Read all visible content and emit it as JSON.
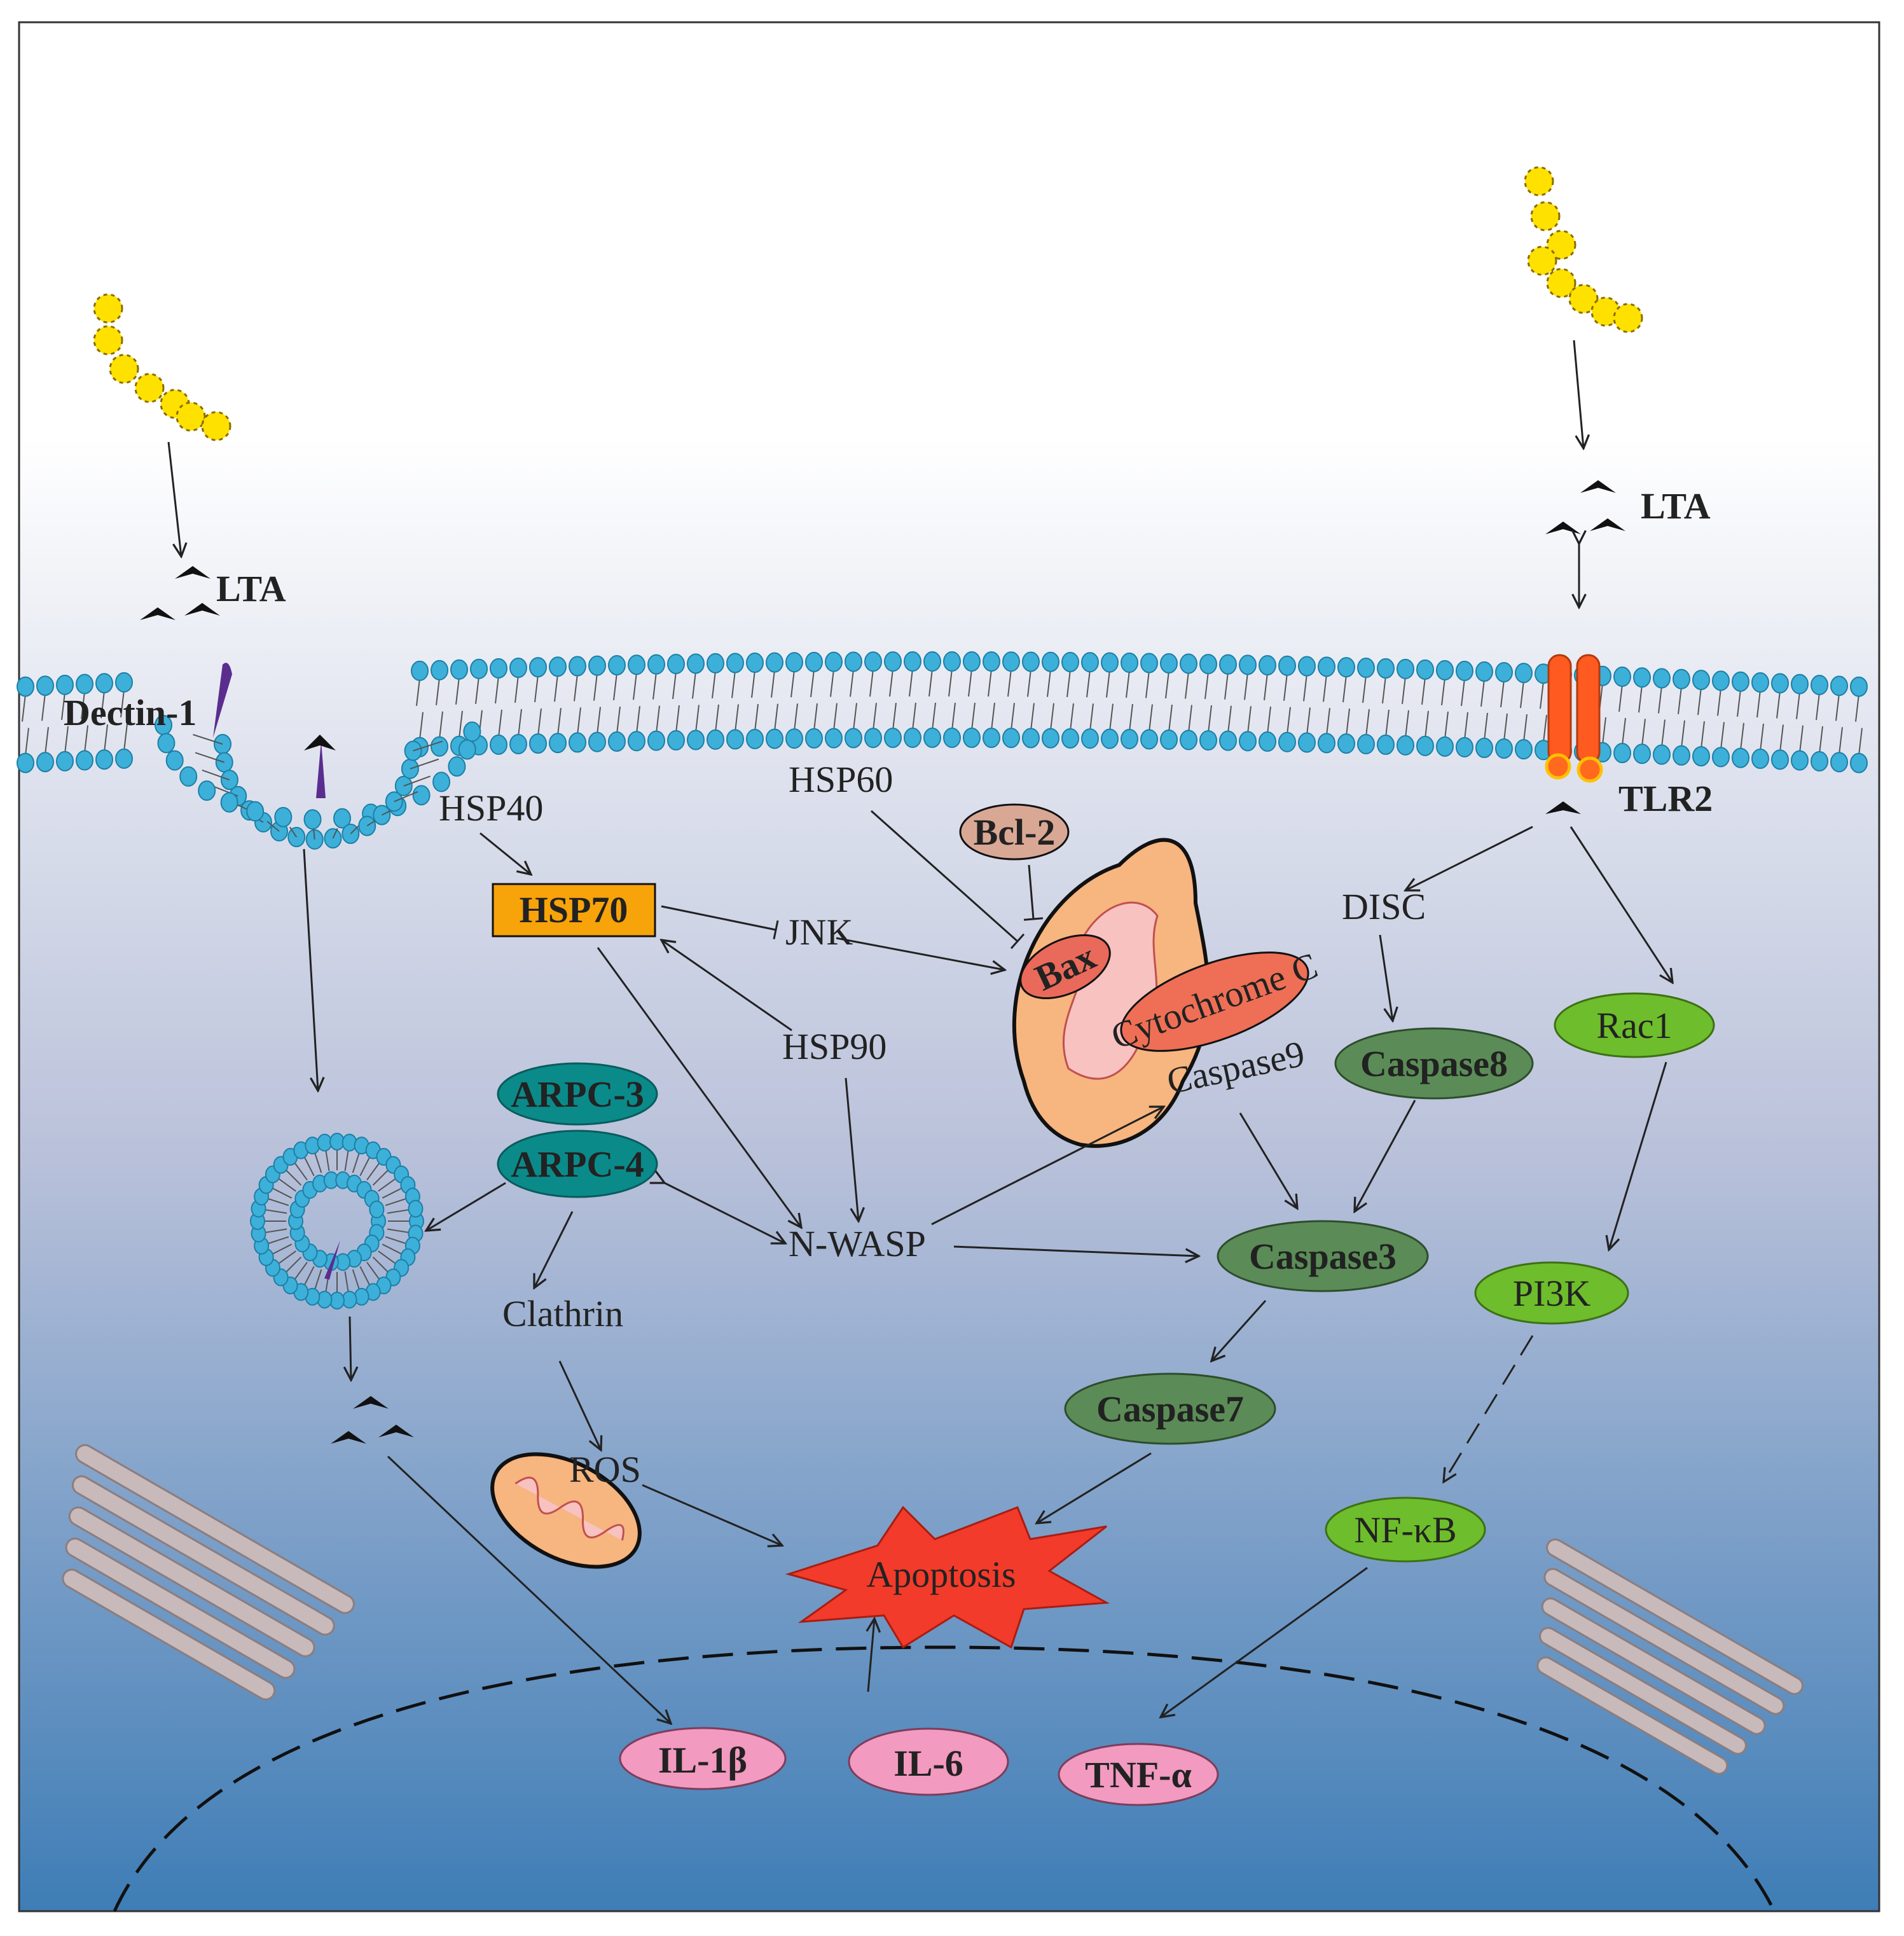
{
  "colors": {
    "background_top": "#ffffff",
    "background_mid": "#b9c1da",
    "background_bottom": "#3e7db6",
    "lipid_head": "#3db0d9",
    "lta_bead": "#ffe100",
    "tlr2": "#ff5a1f",
    "dectin": "#5b2d8e",
    "hsp70_box": "#f7a30a",
    "arpc": "#0b8a8a",
    "bcl2": "#d9a895",
    "bax": "#e96a5a",
    "cytochrome": "#ee6f55",
    "caspase": "#5b8c57",
    "green_light": "#6ebd2c",
    "cytokine": "#f29ac0",
    "apoptosis": "#f23b2a",
    "mito_outer": "#f7b57f",
    "mito_inner": "#f7c2c0",
    "golgi": "#c8b9ba"
  },
  "labels": {
    "lta_left": "LTA",
    "lta_right": "LTA",
    "dectin": "Dectin-1",
    "tlr2": "TLR2",
    "hsp40": "HSP40",
    "hsp60": "HSP60",
    "hsp70": "HSP70",
    "hsp90": "HSP90",
    "jnk": "JNK",
    "bcl2": "Bcl-2",
    "bax": "Bax",
    "cytochrome": "Cytochrome C",
    "caspase9": "Caspase9",
    "disc": "DISC",
    "caspase8": "Caspase8",
    "rac1": "Rac1",
    "arpc3": "ARPC-3",
    "arpc4": "ARPC-4",
    "nwasp": "N-WASP",
    "caspase3": "Caspase3",
    "pi3k": "PI3K",
    "clathrin": "Clathrin",
    "caspase7": "Caspase7",
    "ros": "ROS",
    "apoptosis": "Apoptosis",
    "nfkb": "NF-κB",
    "il1b": "IL-1β",
    "il6": "IL-6",
    "tnfa": "TNF-α"
  }
}
